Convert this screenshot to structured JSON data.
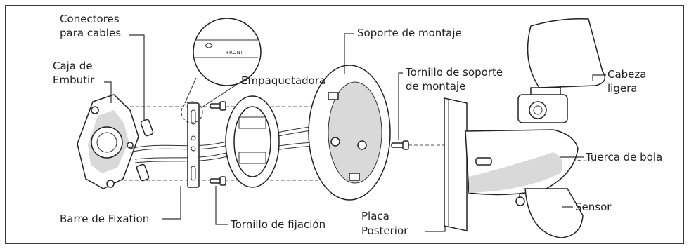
{
  "labels": {
    "cable_connectors": [
      "Conectores",
      "para cables"
    ],
    "junction_box": [
      "Caja de",
      "Embutir"
    ],
    "gasket": "Empaquetadora",
    "mounting_bracket": "Soporte de montaje",
    "bracket_screw": [
      "Tornillo de soporte",
      "de montaje"
    ],
    "light_head": [
      "Cabeza",
      "ligera"
    ],
    "ball_nut": "Tuerca de bola",
    "sensor": "Sensor",
    "back_plate": [
      "Placa",
      "Posterior"
    ],
    "fixing_screw": "Tornillo de fijación",
    "fixing_bar": "Barre de Fixation",
    "detail_text": "FRONT"
  },
  "colors": {
    "border": "#3a3a3a",
    "lines": "#333333",
    "shade": "#d9d9d9"
  }
}
